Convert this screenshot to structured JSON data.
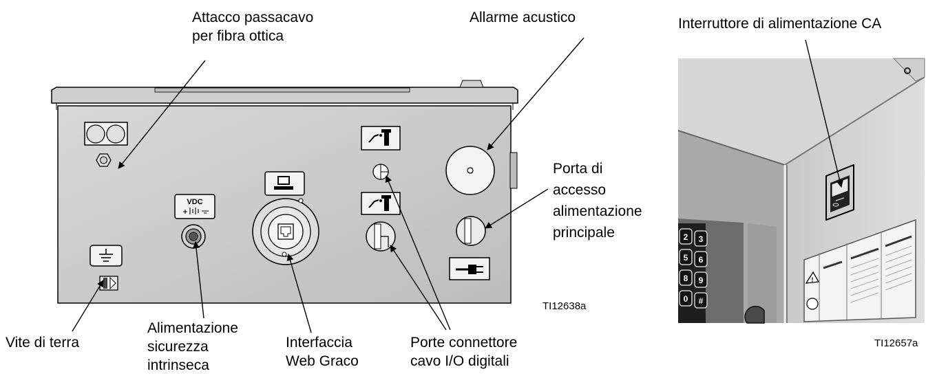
{
  "callouts": {
    "fiber_optic_port": "Attacco passacavo\nper fibra ottica",
    "audible_alarm": "Allarme acustico",
    "ac_power_switch": "Interruttore di alimentazione CA",
    "main_power_access": "Porta di\naccesso\nalimentazione\nprincipale",
    "ground_screw": "Vite di terra",
    "intrinsic_power": "Alimentazione\nsicurezza\nintrinseca",
    "web_interface": "Interfaccia\nWeb Graco",
    "digital_io_ports": "Porte connettore\ncavo I/O digitali"
  },
  "symbols": {
    "vdc_label": "VDC"
  },
  "figure_ids": {
    "left": "TI12638a",
    "right": "TI12657a"
  },
  "keypad_keys": [
    "2",
    "3",
    "5",
    "6",
    "8",
    "9",
    "0",
    "#"
  ],
  "icons": [
    "fiber-optic-port-icon",
    "alarm-icon",
    "computer-icon",
    "ground-icon",
    "dc-power-icon",
    "signal-tower-icon",
    "power-plug-icon",
    "warning-icon"
  ]
}
